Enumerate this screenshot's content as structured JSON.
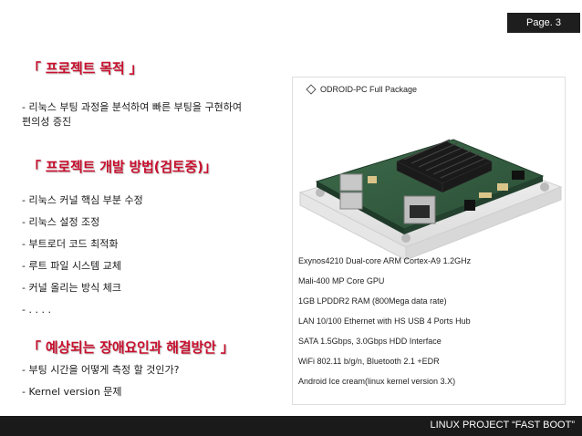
{
  "page_label": "Page. 3",
  "section1": {
    "heading": "「 프로젝트 목적 」",
    "lines": [
      "- 리눅스 부팅 과정을 분석하여 빠른 부팅을 구현하여",
      "편의성 증진"
    ]
  },
  "section2": {
    "heading": "「 프로젝트 개발 방법(검토중)」",
    "items": [
      "- 리눅스 커널 핵심 부분 수정",
      "- 리눅스 설정 조정",
      "- 부트로더 코드 최적화",
      "- 루트 파일 시스템 교체",
      "- 커널 올리는 방식 체크",
      "- . . . ."
    ]
  },
  "section3": {
    "heading": "「 예상되는 장애요인과 해결방안 」",
    "items": [
      "- 부팅 시간을 어떻게 측정 할 것인가?",
      "- Kernel version 문제"
    ]
  },
  "panel": {
    "title": "ODROID-PC Full Package",
    "specs": [
      "Exynos4210 Dual-core ARM Cortex-A9 1.2GHz",
      "Mali-400 MP Core GPU",
      "1GB LPDDR2 RAM (800Mega data rate)",
      "LAN 10/100 Ethernet with HS USB 4 Ports Hub",
      "SATA 1.5Gbps, 3.0Gbps HDD Interface",
      "WiFi 802.11 b/g/n, Bluetooth 2.1 +EDR",
      "Android Ice cream(linux kernel version 3.X)"
    ]
  },
  "footer": "LINUX PROJECT “FAST BOOT”",
  "colors": {
    "heading": "#c8102e",
    "badge_bg": "#1e1e1e",
    "footer_bg": "#1a1a1a"
  }
}
